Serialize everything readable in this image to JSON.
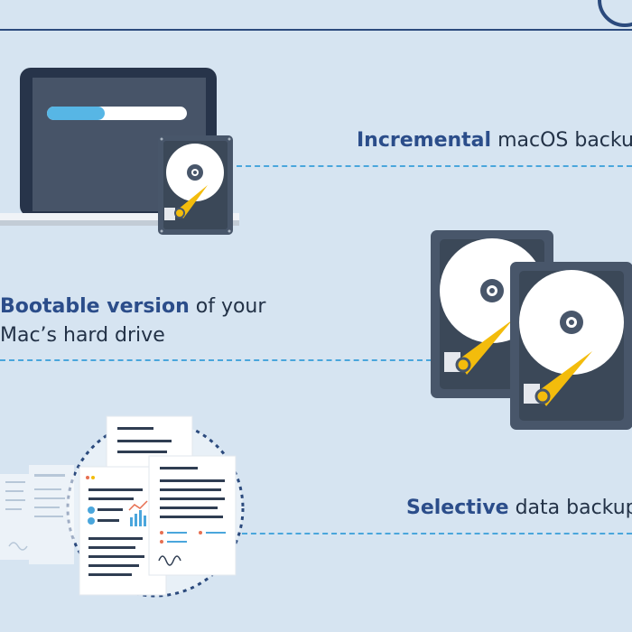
{
  "features": [
    {
      "highlight": "Incremental",
      "text": " macOS backup"
    },
    {
      "highlight": "Bootable version",
      "text": " of your",
      "line2": "Mac’s hard drive"
    },
    {
      "highlight": "Selective",
      "text": " data backup"
    }
  ],
  "icons": [
    "laptop-icon",
    "hard-drive-icon",
    "document-icon"
  ],
  "colors": {
    "background": "#d6e4f1",
    "navy": "#2b4a7d",
    "drive_body": "#48566a",
    "platter": "#ffffff",
    "arm": "#f3bc0c",
    "dash_line": "#4aa6dc"
  }
}
